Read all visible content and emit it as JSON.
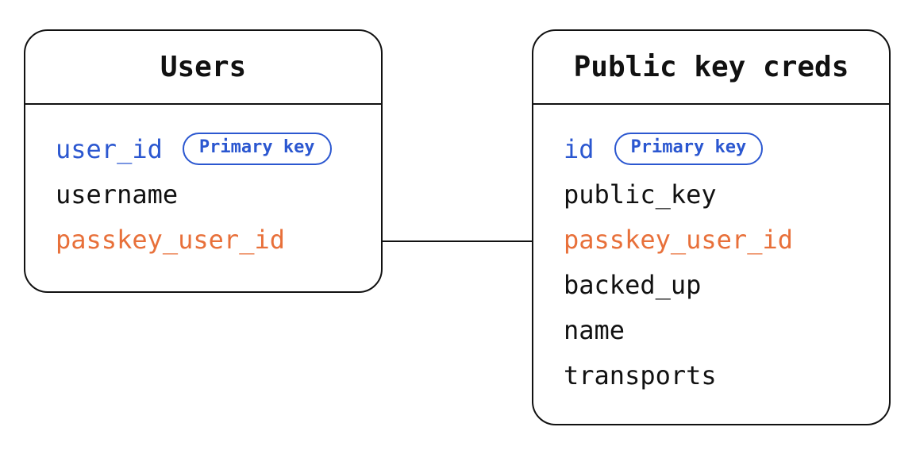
{
  "diagram": {
    "colors": {
      "primary_blue": "#2b57d0",
      "accent_orange": "#e8703a",
      "line": "#111111",
      "background": "#ffffff"
    },
    "tables": [
      {
        "title": "Users",
        "fields": [
          {
            "label": "user_id",
            "color": "blue",
            "badge": "Primary key"
          },
          {
            "label": "username",
            "color": "default"
          },
          {
            "label": "passkey_user_id",
            "color": "orange"
          }
        ]
      },
      {
        "title": "Public key creds",
        "fields": [
          {
            "label": "id",
            "color": "blue",
            "badge": "Primary key"
          },
          {
            "label": "public_key",
            "color": "default"
          },
          {
            "label": "passkey_user_id",
            "color": "orange"
          },
          {
            "label": "backed_up",
            "color": "default"
          },
          {
            "label": "name",
            "color": "default"
          },
          {
            "label": "transports",
            "color": "default"
          }
        ]
      }
    ],
    "relationship": {
      "connects": [
        "Users.passkey_user_id",
        "Public key creds.passkey_user_id"
      ],
      "style": "straight-line"
    }
  }
}
